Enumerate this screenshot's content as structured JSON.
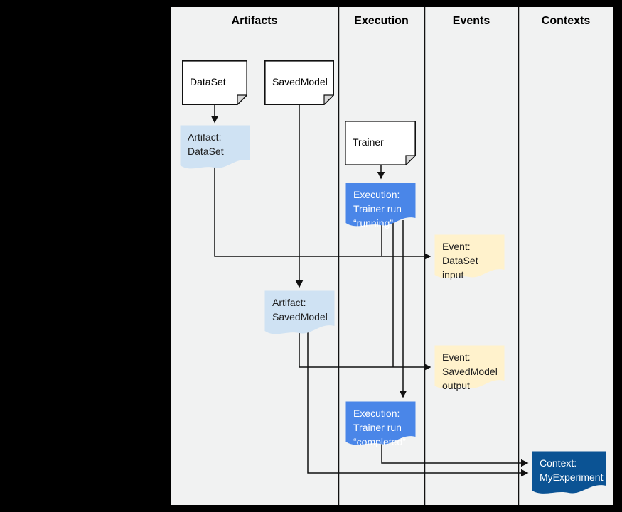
{
  "columns": [
    {
      "label": "Artifacts"
    },
    {
      "label": "Execution"
    },
    {
      "label": "Events"
    },
    {
      "label": "Contexts"
    }
  ],
  "nodes": {
    "dataset_doc": {
      "label": "DataSet",
      "fill": "#ffffff"
    },
    "savedmodel_doc": {
      "label": "SavedModel",
      "fill": "#ffffff"
    },
    "trainer_doc": {
      "label": "Trainer",
      "fill": "#ffffff"
    },
    "artifact_dataset": {
      "label": "Artifact:\nDataSet",
      "fill": "#cfe2f3"
    },
    "execution_running": {
      "label": "Execution:\nTrainer run\n“running”",
      "fill": "#4a86e8"
    },
    "event_dataset_input": {
      "label": "Event:\nDataSet input",
      "fill": "#fff2cc"
    },
    "artifact_savedmodel": {
      "label": "Artifact:\nSavedModel",
      "fill": "#cfe2f3"
    },
    "event_savedmodel_output": {
      "label": "Event:\nSavedModel\noutput",
      "fill": "#fff2cc"
    },
    "execution_completed": {
      "label": "Execution:\nTrainer run\n“completed”",
      "fill": "#4a86e8"
    },
    "context_myexperiment": {
      "label": "Context:\nMyExperiment",
      "fill": "#0b5394"
    }
  },
  "edges": [
    {
      "from": "DataSet",
      "to": "Artifact: DataSet"
    },
    {
      "from": "SavedModel",
      "to": "Artifact: SavedModel"
    },
    {
      "from": "Trainer",
      "to": "Execution: Trainer run “running”"
    },
    {
      "from": "Artifact: DataSet",
      "to": "Event: DataSet input"
    },
    {
      "from": "Execution: Trainer run “running”",
      "to": "Event: DataSet input"
    },
    {
      "from": "Artifact: SavedModel",
      "to": "Event: SavedModel output"
    },
    {
      "from": "Execution: Trainer run “running”",
      "to": "Event: SavedModel output"
    },
    {
      "from": "Execution: Trainer run “running”",
      "to": "Execution: Trainer run “completed”"
    },
    {
      "from": "Execution: Trainer run “completed”",
      "to": "Context: MyExperiment"
    },
    {
      "from": "Artifact: SavedModel",
      "to": "Context: MyExperiment"
    }
  ],
  "colors": {
    "canvas": "#f1f2f2",
    "frame": "#000000",
    "line": "#111111",
    "artifact": "#cfe2f3",
    "execution": "#4a86e8",
    "event": "#fff2cc",
    "context": "#0b5394"
  }
}
